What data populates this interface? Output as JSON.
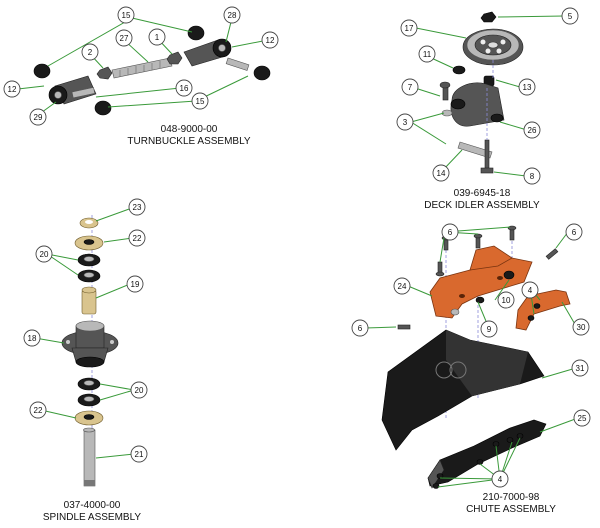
{
  "assemblies": {
    "turnbuckle": {
      "number": "048-9000-00",
      "name": "TURNBUCKLE ASSEMBLY"
    },
    "idler": {
      "number": "039-6945-18",
      "name": "DECK IDLER ASSEMBLY"
    },
    "spindle": {
      "number": "037-4000-00",
      "name": "SPINDLE ASSEMBLY"
    },
    "chute": {
      "number": "210-7000-98",
      "name": "CHUTE ASSEMBLY"
    }
  },
  "callouts": {
    "tb_15a": "15",
    "tb_28": "28",
    "tb_27": "27",
    "tb_2": "2",
    "tb_1": "1",
    "tb_12a": "12",
    "tb_12b": "12",
    "tb_16": "16",
    "tb_29": "29",
    "tb_15b": "15",
    "id_17": "17",
    "id_5": "5",
    "id_11": "11",
    "id_13": "13",
    "id_7": "7",
    "id_3": "3",
    "id_26": "26",
    "id_14": "14",
    "id_8": "8",
    "sp_23": "23",
    "sp_22a": "22",
    "sp_20a": "20",
    "sp_19": "19",
    "sp_18": "18",
    "sp_20b": "20",
    "sp_22b": "22",
    "sp_21": "21",
    "ch_6a": "6",
    "ch_6b": "6",
    "ch_24": "24",
    "ch_10": "10",
    "ch_4a": "4",
    "ch_6c": "6",
    "ch_9": "9",
    "ch_30": "30",
    "ch_31": "31",
    "ch_25": "25",
    "ch_4b": "4"
  }
}
